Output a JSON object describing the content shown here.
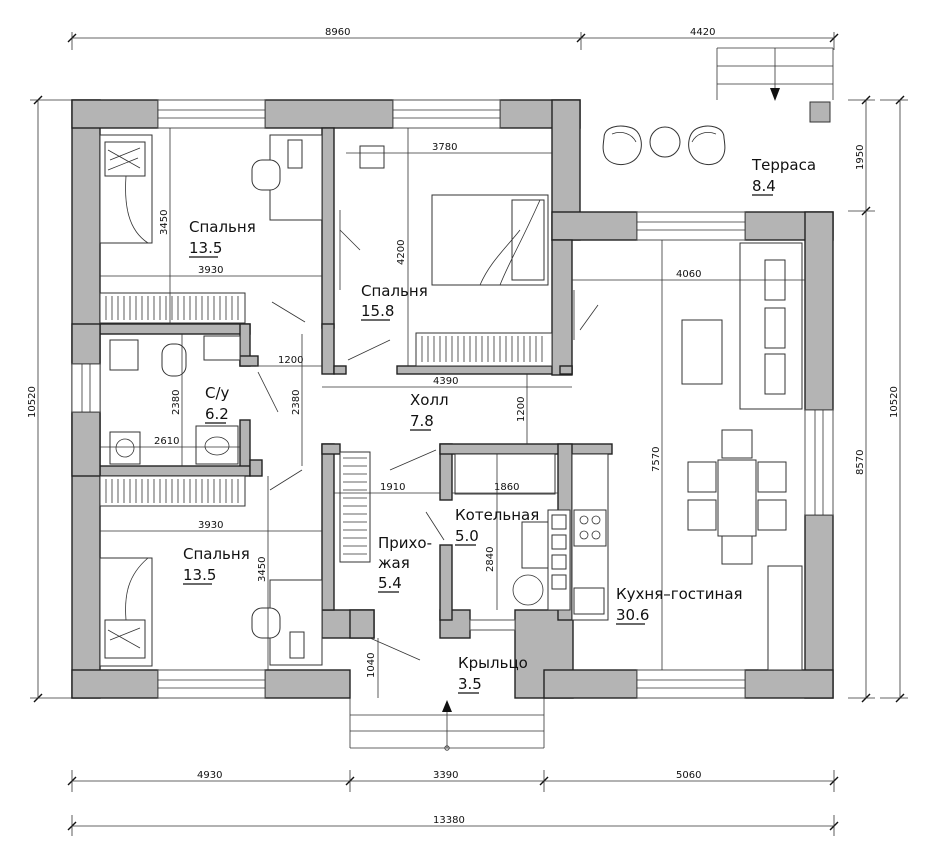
{
  "rooms": [
    {
      "name": "Спальня",
      "area": "13.5"
    },
    {
      "name": "Спальня",
      "area": "15.8"
    },
    {
      "name": "С/у",
      "area": "6.2"
    },
    {
      "name": "Холл",
      "area": "7.8"
    },
    {
      "name": "Спальня",
      "area": "13.5"
    },
    {
      "name": "Прихо-",
      "name2": "жая",
      "area": "5.4"
    },
    {
      "name": "Котельная",
      "area": "5.0"
    },
    {
      "name": "Кухня–гостиная",
      "area": "30.6"
    },
    {
      "name": "Терраса",
      "area": "8.4"
    },
    {
      "name": "Крыльцо",
      "area": "3.5"
    }
  ],
  "dims": {
    "top_left": "8960",
    "top_right": "4420",
    "bottom_1": "4930",
    "bottom_2": "3390",
    "bottom_3": "5060",
    "bottom_total": "13380",
    "left_total": "10520",
    "right_total": "10520",
    "right_upper": "1950",
    "right_lower": "8570",
    "bed1_height": "3450",
    "bed1_width": "3930",
    "bed2_width": "3780",
    "bed2_height": "4200",
    "hall_width": "4390",
    "hall_height": "2380",
    "hall_door": "1200",
    "bath_height": "2380",
    "bath_width": "2610",
    "living_width": "4060",
    "living_height": "7570",
    "corridor_gap": "1200",
    "entry_width": "1910",
    "boiler_width": "1860",
    "boiler_height": "2840",
    "bed3_width": "3930",
    "bed3_height": "3450",
    "porch_depth": "1040"
  }
}
